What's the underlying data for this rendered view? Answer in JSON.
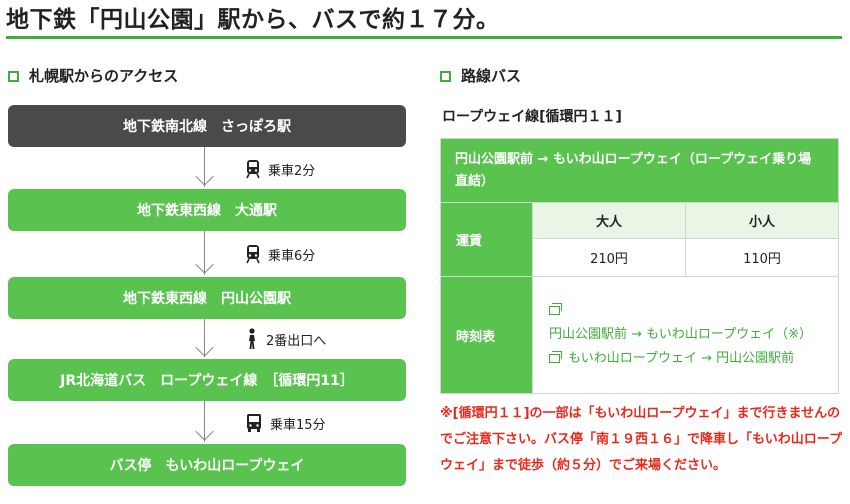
{
  "title": "地下鉄「円山公園」駅から、バスで約１７分。",
  "left": {
    "heading": "札幌駅からのアクセス",
    "stations": [
      "地下鉄南北線　さっぽろ駅",
      "地下鉄東西線　大通駅",
      "地下鉄東西線　円山公園駅",
      "JR北海道バス　ロープウェイ線　［循環円11］",
      "バス停　もいわ山ロープウェイ"
    ],
    "steps": [
      {
        "icon": "train-icon",
        "label": "乗車2分"
      },
      {
        "icon": "train-icon",
        "label": "乗車6分"
      },
      {
        "icon": "walking-person-icon",
        "label": "2番出口へ"
      },
      {
        "icon": "bus-icon",
        "label": "乗車15分"
      }
    ]
  },
  "right": {
    "heading": "路線バス",
    "route_name": "ロープウェイ線[循環円１１]",
    "route_desc": "円山公園駅前 → もいわ山ロープウェイ（ロープウェイ乗り場直結）",
    "fare_label": "運賃",
    "adult_label": "大人",
    "child_label": "小人",
    "adult_fare": "210円",
    "child_fare": "110円",
    "timetable_label": "時刻表",
    "timetable_links": [
      "円山公園駅前 → もいわ山ロープウェイ（※）",
      "もいわ山ロープウェイ → 円山公園駅前"
    ],
    "notice": "※[循環円１１]の一部は「もいわ山ロープウェイ」まで行きませんのでご注意下さい。バス停「南１９西１６」で降車し「もいわ山ロープウェイ」まで徒歩（約５分）でご来場ください。"
  },
  "colors": {
    "accent_green": "#5ac24e",
    "dark_station": "#4a4a4a",
    "notice_red": "#e8291c"
  }
}
